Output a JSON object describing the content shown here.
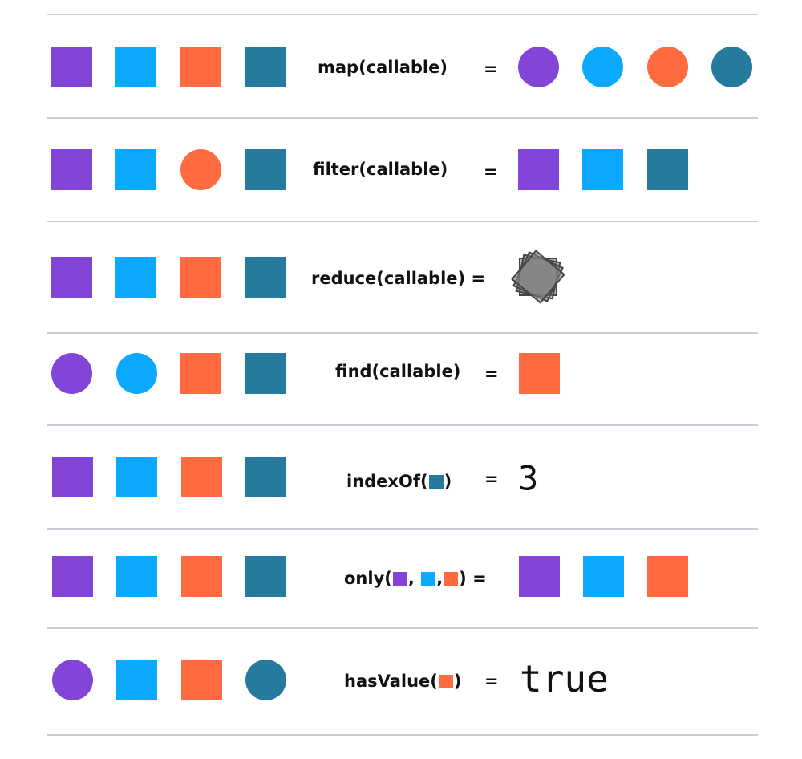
{
  "colors": {
    "purple": "#8344d8",
    "sky": "#0aa9ff",
    "orange": "#ff6a40",
    "teal": "#257a9e",
    "separator": "#c9cdd8"
  },
  "rows": [
    {
      "name": "map",
      "input": [
        "purple-square",
        "sky-square",
        "orange-square",
        "teal-square"
      ],
      "label": "map(callable)",
      "equals": "=",
      "output": [
        "purple-circle",
        "sky-circle",
        "orange-circle",
        "teal-circle"
      ]
    },
    {
      "name": "filter",
      "input": [
        "purple-square",
        "sky-square",
        "orange-circle",
        "teal-square"
      ],
      "label": "filter(callable)",
      "equals": "=",
      "output": [
        "purple-square",
        "sky-square",
        "teal-square"
      ]
    },
    {
      "name": "reduce",
      "input": [
        "purple-square",
        "sky-square",
        "orange-square",
        "teal-square"
      ],
      "label": "reduce(callable) =",
      "output": "stacked-gray-squares"
    },
    {
      "name": "find",
      "input": [
        "purple-circle",
        "sky-circle",
        "orange-square",
        "teal-square"
      ],
      "label": "find(callable)",
      "equals": "=",
      "output": [
        "orange-square"
      ]
    },
    {
      "name": "indexOf",
      "input": [
        "purple-square",
        "sky-square",
        "orange-square",
        "teal-square"
      ],
      "label_prefix": "indexOf(",
      "label_args": [
        "teal"
      ],
      "label_suffix": ")",
      "equals": "=",
      "output_text": "3"
    },
    {
      "name": "only",
      "input": [
        "purple-square",
        "sky-square",
        "orange-square",
        "teal-square"
      ],
      "label_prefix": "only(",
      "label_args": [
        "purple",
        "sky",
        "orange"
      ],
      "label_sep": ",",
      "label_suffix": ") =",
      "output": [
        "purple-square",
        "sky-square",
        "orange-square"
      ]
    },
    {
      "name": "hasValue",
      "input": [
        "purple-circle",
        "sky-square",
        "orange-square",
        "teal-circle"
      ],
      "label_prefix": "hasValue(",
      "label_args": [
        "orange"
      ],
      "label_suffix": ")",
      "equals": "=",
      "output_text": "true"
    }
  ]
}
